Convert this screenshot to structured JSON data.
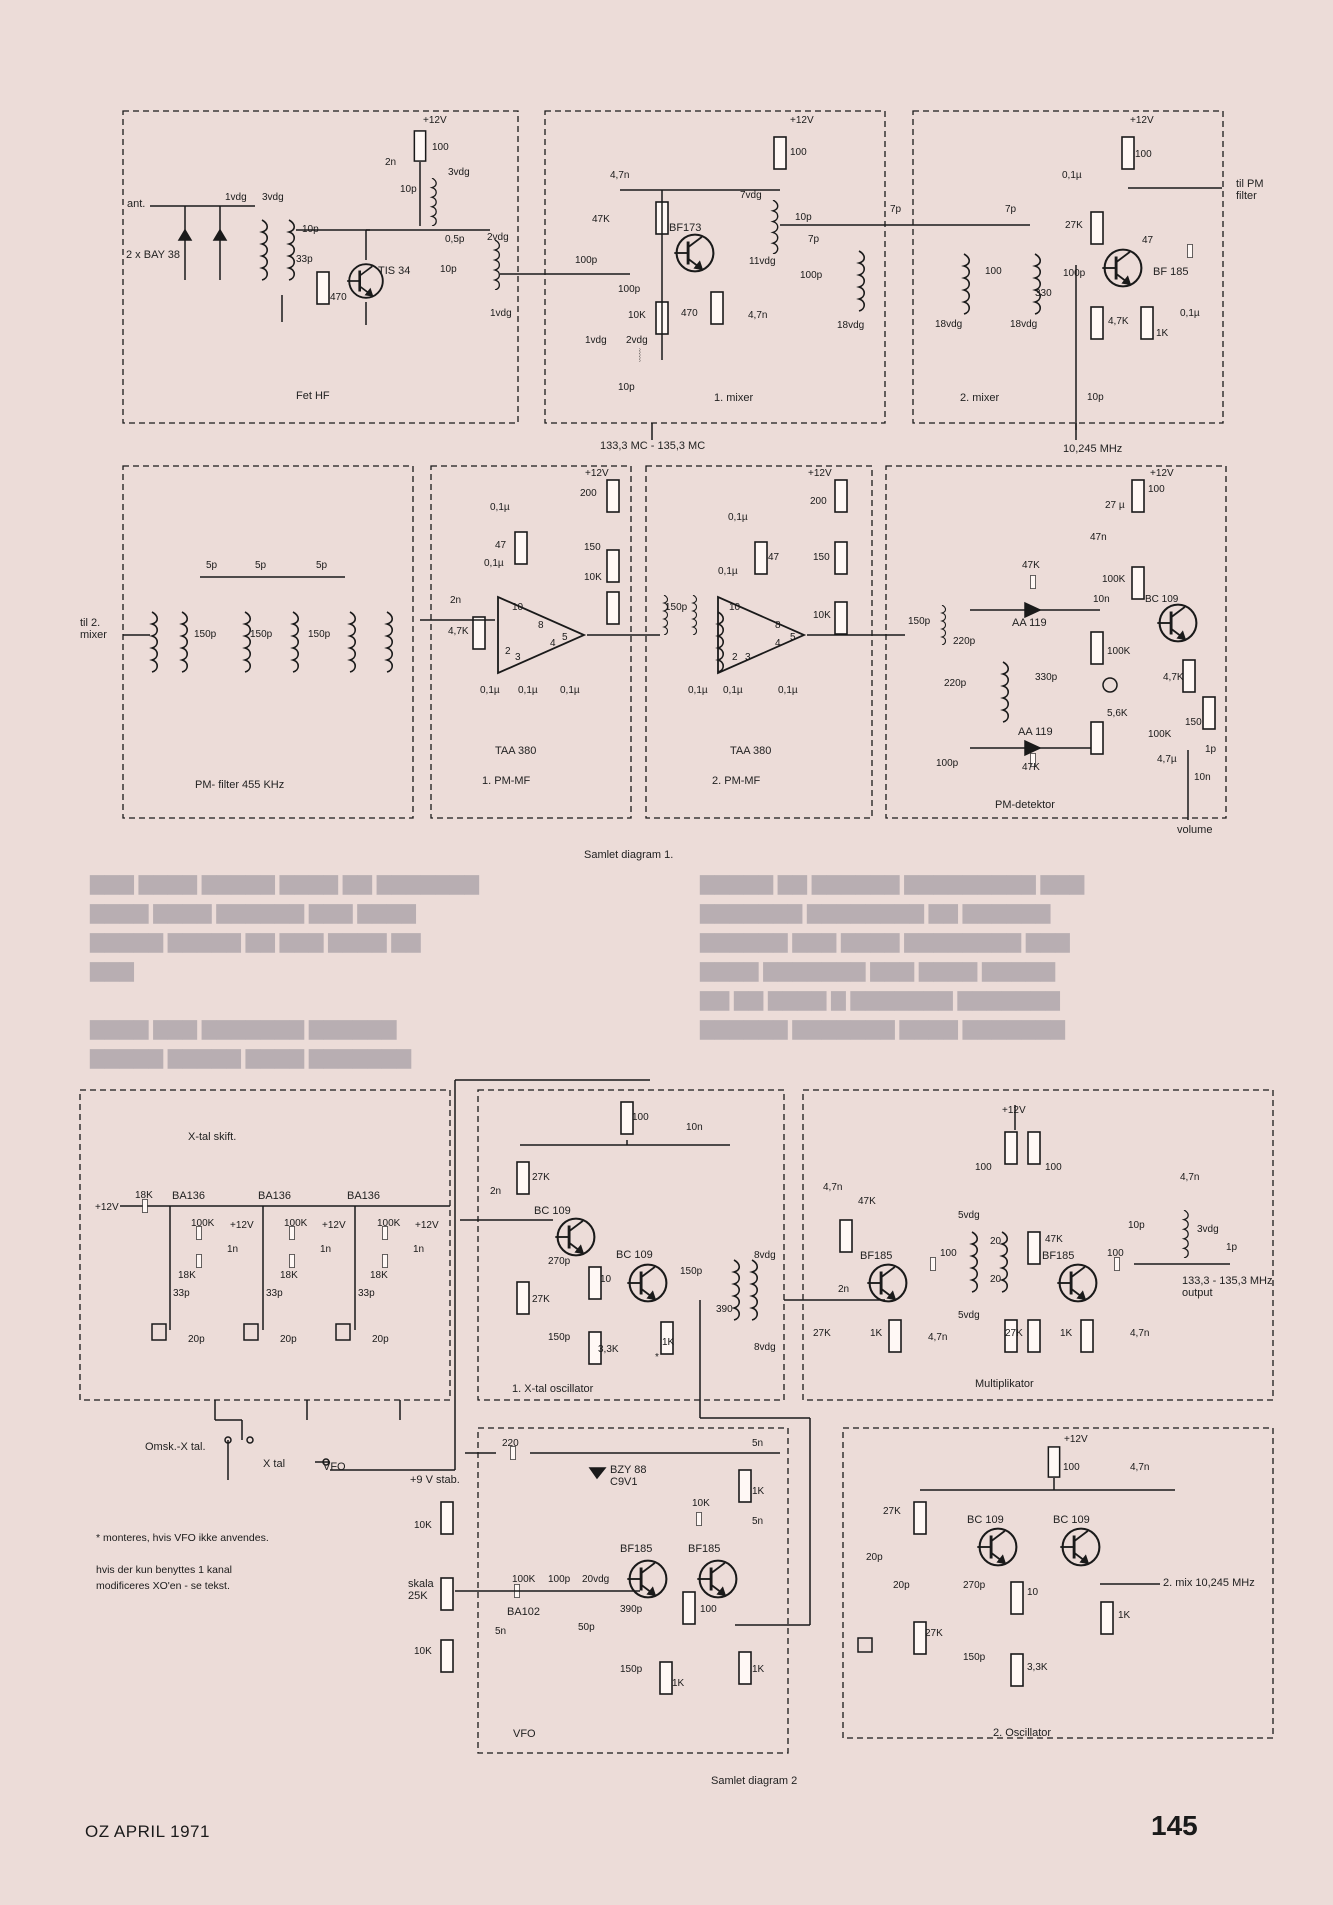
{
  "diagram1": {
    "caption": "Samlet diagram 1.",
    "blocks": [
      {
        "title": "Fet HF"
      },
      {
        "title": "1. mixer"
      },
      {
        "title": "2. mixer"
      },
      {
        "title": "PM- filter   455 KHz"
      },
      {
        "title": "1. PM-MF"
      },
      {
        "title": "2. PM-MF"
      },
      {
        "title": "PM-detektor"
      }
    ],
    "labels": {
      "ant": "ant.",
      "bay38": "2 x BAY 38",
      "tis34": "TIS 34",
      "bf173": "BF173",
      "bf185": "BF 185",
      "mc": "133,3 MC - 135,3 MC",
      "mhz10": "10,245 MHz",
      "tilpm": "til PM filter",
      "til2": "til 2. mixer",
      "taa1": "TAA 380",
      "taa2": "TAA 380",
      "aa119a": "AA 119",
      "aa119b": "AA 119",
      "bc109": "BC 109",
      "volume": "volume",
      "v12": "+12V"
    }
  },
  "diagram2": {
    "caption": "Samlet diagram 2",
    "blocks": [
      {
        "title": "X-tal skift."
      },
      {
        "title": "1. X-tal oscillator"
      },
      {
        "title": "Multiplikator"
      },
      {
        "title": "VFO"
      },
      {
        "title": "2. Oscillator"
      }
    ],
    "labels": {
      "ba136": "BA136",
      "bc109": "BC 109",
      "bf185": "BF185",
      "output": "133,3 - 135,3 MHz output",
      "mix2": "2. mix   10,245 MHz",
      "omsk": "Omsk.-X tal.",
      "xtal": "X tal",
      "vfo": "VFO",
      "v9": "+9 V stab.",
      "bzy": "BZY 88 C9V1",
      "ba102": "BA102",
      "skala": "skala 25K"
    },
    "notes": [
      "*  monteres, hvis VFO ikke anvendes.",
      "hvis der kun benyttes  1 kanal",
      "modificeres XO'en - se tekst."
    ]
  },
  "footer": {
    "left": "OZ APRIL 1971",
    "right": "145"
  },
  "colors": {
    "paper": "#ecdcd8",
    "ink": "#1a1a1a"
  }
}
